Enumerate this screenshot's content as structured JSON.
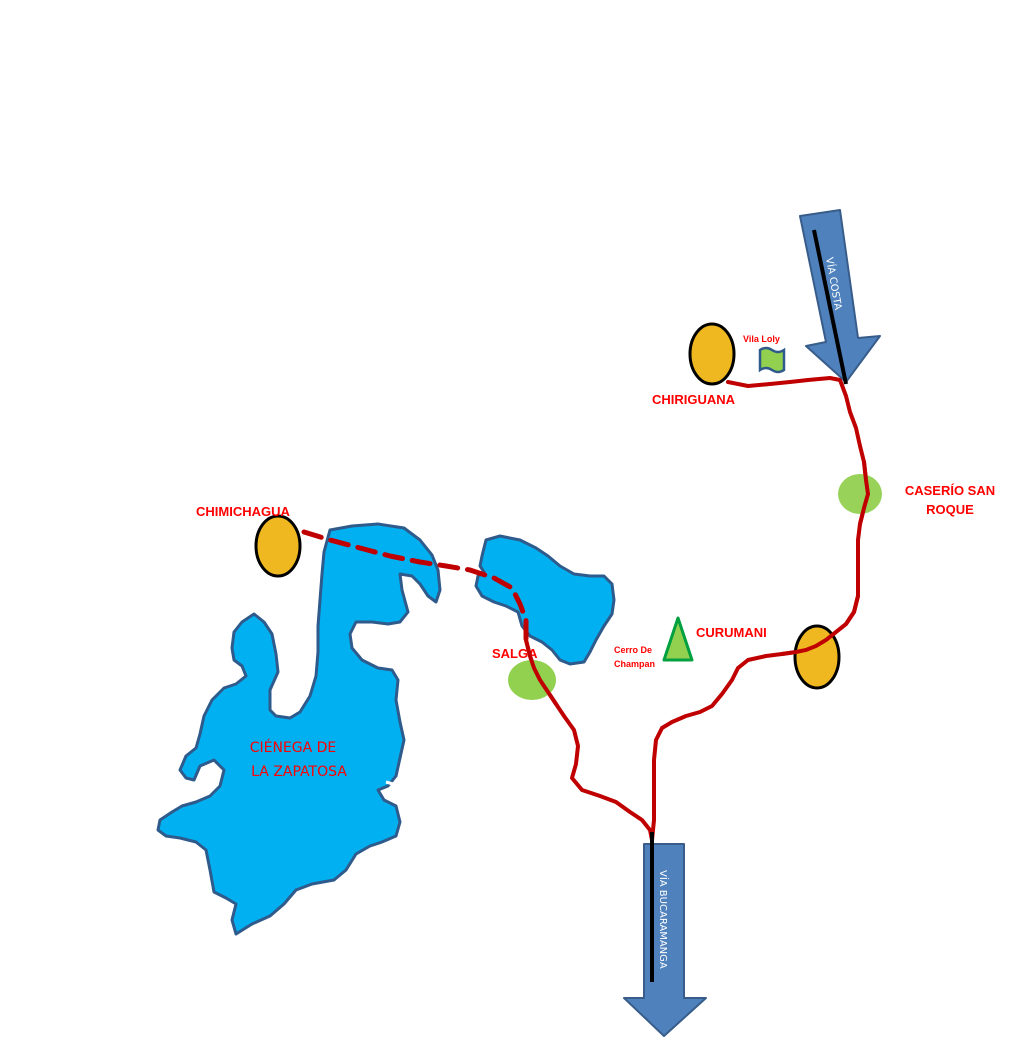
{
  "map": {
    "colors": {
      "background": "#ffffff",
      "water": "#00b0f0",
      "water_outline": "#2e5a8c",
      "road": "#c00000",
      "town_fill": "#f0b820",
      "town_outline": "#000000",
      "village_fill": "#92d050",
      "landmark_fill": "#92d050",
      "landmark_outline": "#00a040",
      "arrow_fill": "#4f81bd",
      "arrow_outline": "#385d8a",
      "label_text": "#ff0000",
      "arrow_text": "#ffffff"
    },
    "towns": [
      {
        "name": "CHIRIGUANA",
        "icon": "yellow-ellipse"
      },
      {
        "name": "CHIMICHAGUA",
        "icon": "yellow-ellipse"
      },
      {
        "name": "CURUMANI",
        "icon": "yellow-ellipse"
      }
    ],
    "villages": [
      {
        "name": "CASERÍO SAN",
        "name_line2": "ROQUE",
        "icon": "green-circle"
      },
      {
        "name": "SALGA",
        "icon": "green-circle"
      }
    ],
    "landmarks": [
      {
        "name": "Vila Loly",
        "icon": "green-flag-icon"
      },
      {
        "name": "Cerro De",
        "name_line2": "Champan",
        "icon": "green-triangle-icon"
      }
    ],
    "water_bodies": [
      {
        "name_line1": "CIÉNEGA DE",
        "name_line2": "LA ZAPATOSA"
      }
    ],
    "arrows": [
      {
        "label": "VÍA COSTA",
        "direction": "south"
      },
      {
        "label": "VÍA BUCARAMANGA",
        "direction": "south"
      }
    ]
  }
}
